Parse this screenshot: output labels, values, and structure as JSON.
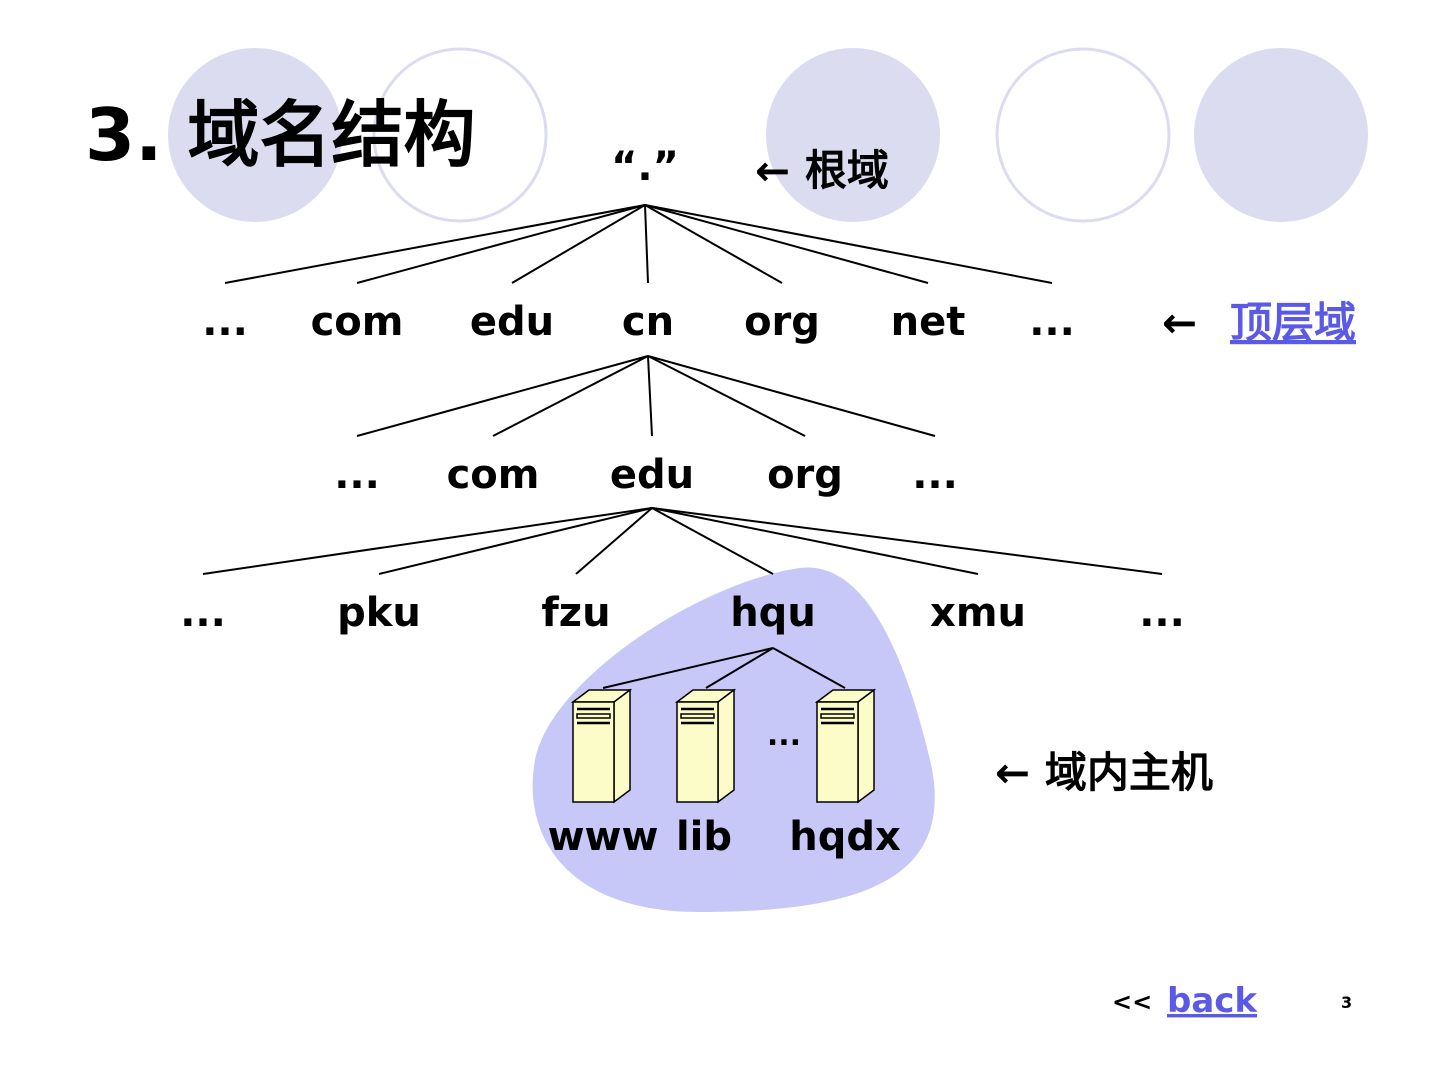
{
  "title": "3. 域名结构",
  "root": {
    "label": "“.”",
    "annotation": "根域"
  },
  "level1": {
    "labels": [
      "...",
      "com",
      "edu",
      "cn",
      "org",
      "net",
      "..."
    ],
    "annotation": "顶层域"
  },
  "level2": {
    "labels": [
      "...",
      "com",
      "edu",
      "org",
      "..."
    ]
  },
  "level3": {
    "labels": [
      "...",
      "pku",
      "fzu",
      "hqu",
      "xmu",
      "..."
    ]
  },
  "hosts": {
    "labels": [
      "www",
      "lib",
      "hqdx"
    ],
    "ellipsis": "...",
    "annotation": "域内主机"
  },
  "nav": {
    "prefix": "<<",
    "back": "back",
    "page_number": "3"
  },
  "colors": {
    "circle": "#dcdcf0",
    "blob": "#c8c8f8",
    "link": "#5a5ae6",
    "server": "#fcfcc8"
  }
}
